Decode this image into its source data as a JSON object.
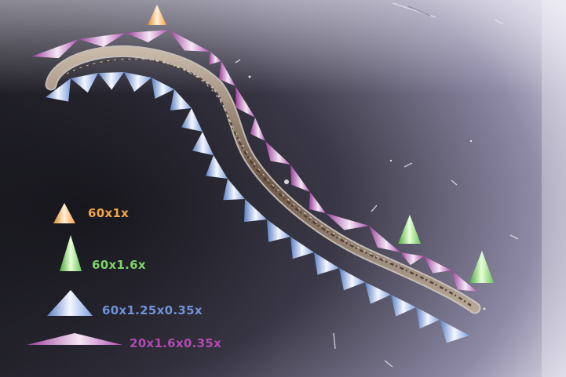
{
  "legend": [
    {
      "label": "60x1x",
      "color": "#f5a545",
      "marker": "orange-cone-icon"
    },
    {
      "label": "60x1.6x",
      "color": "#7fd16b",
      "marker": "green-cone-icon"
    },
    {
      "label": "60x1.25x0.35x",
      "color": "#6e92d6",
      "marker": "blue-flat-cone-icon"
    },
    {
      "label": "20x1.6x0.35x",
      "color": "#b24ab2",
      "marker": "purple-flat-cone-icon"
    }
  ]
}
